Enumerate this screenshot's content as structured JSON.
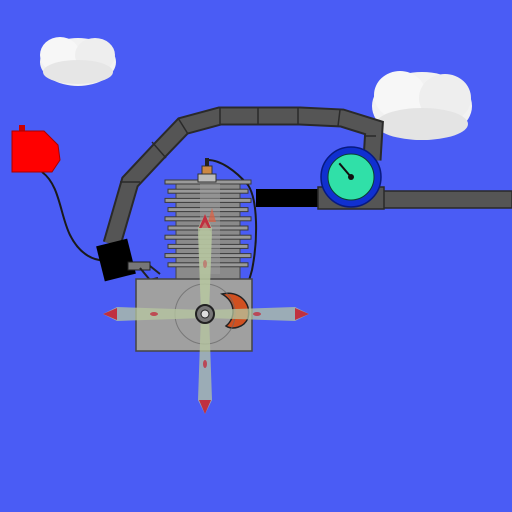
{
  "scene": {
    "background_color": "#4a5cf5",
    "engine": {
      "cylinder_fins": 10,
      "icons": [
        "fuel-tank-icon",
        "carburetor-icon",
        "spark-plug-icon",
        "crankcase-icon",
        "flywheel-icon",
        "propeller-icon",
        "pressure-gauge-icon",
        "exhaust-pipe-icon",
        "cloud-icon"
      ]
    },
    "colors": {
      "fuel_tank": "#ff0000",
      "gauge_ring": "#1030d0",
      "gauge_face": "#30e0a8",
      "pipe": "#555555",
      "pipe_outline": "#2a2a2a",
      "engine_block": "#a0a0a0",
      "carburetor": "#000000",
      "propeller_blade": "#b7c7a0",
      "propeller_tip": "#c03040",
      "flywheel": "#d05020",
      "cloud": "#f2f2f2"
    },
    "gauge": {
      "level": 0.35
    },
    "propeller": {
      "blade_count": 4
    }
  }
}
